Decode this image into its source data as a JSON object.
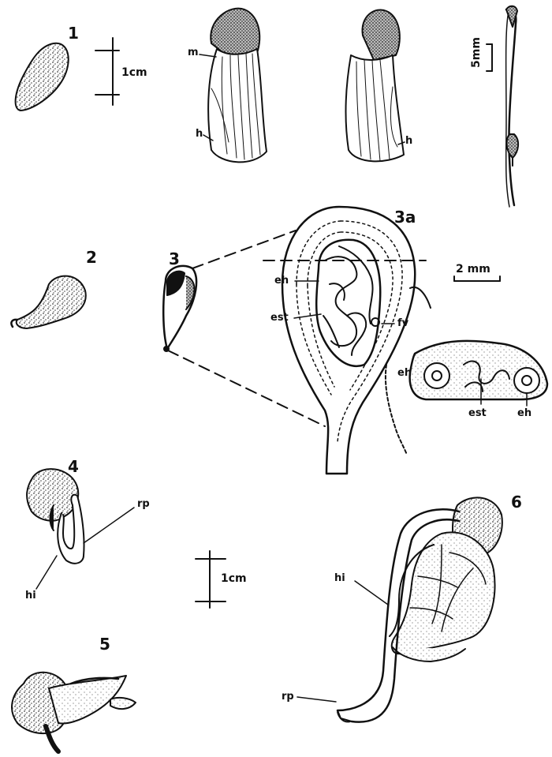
{
  "figure_labels": {
    "fig1": "1",
    "fig2": "2",
    "fig3": "3",
    "fig3a": "3a",
    "fig4": "4",
    "fig5": "5",
    "fig6": "6"
  },
  "scale_bars": {
    "top": "1cm",
    "middle": "1cm",
    "inset": "2 mm",
    "right_vertical": "5mm"
  },
  "part_labels": {
    "m": "m",
    "h_left": "h",
    "h_right": "h",
    "eh_3a": "eh",
    "est_3a": "est",
    "fv": "fv",
    "eh_cs_left": "eh",
    "est_cs": "est",
    "eh_cs_right": "eh",
    "rp_4": "rp",
    "hi_4": "hi",
    "hi_6": "hi",
    "rp_6": "rp"
  },
  "colors": {
    "ink": "#111111",
    "stipple": "#555555",
    "paper": "#ffffff"
  }
}
